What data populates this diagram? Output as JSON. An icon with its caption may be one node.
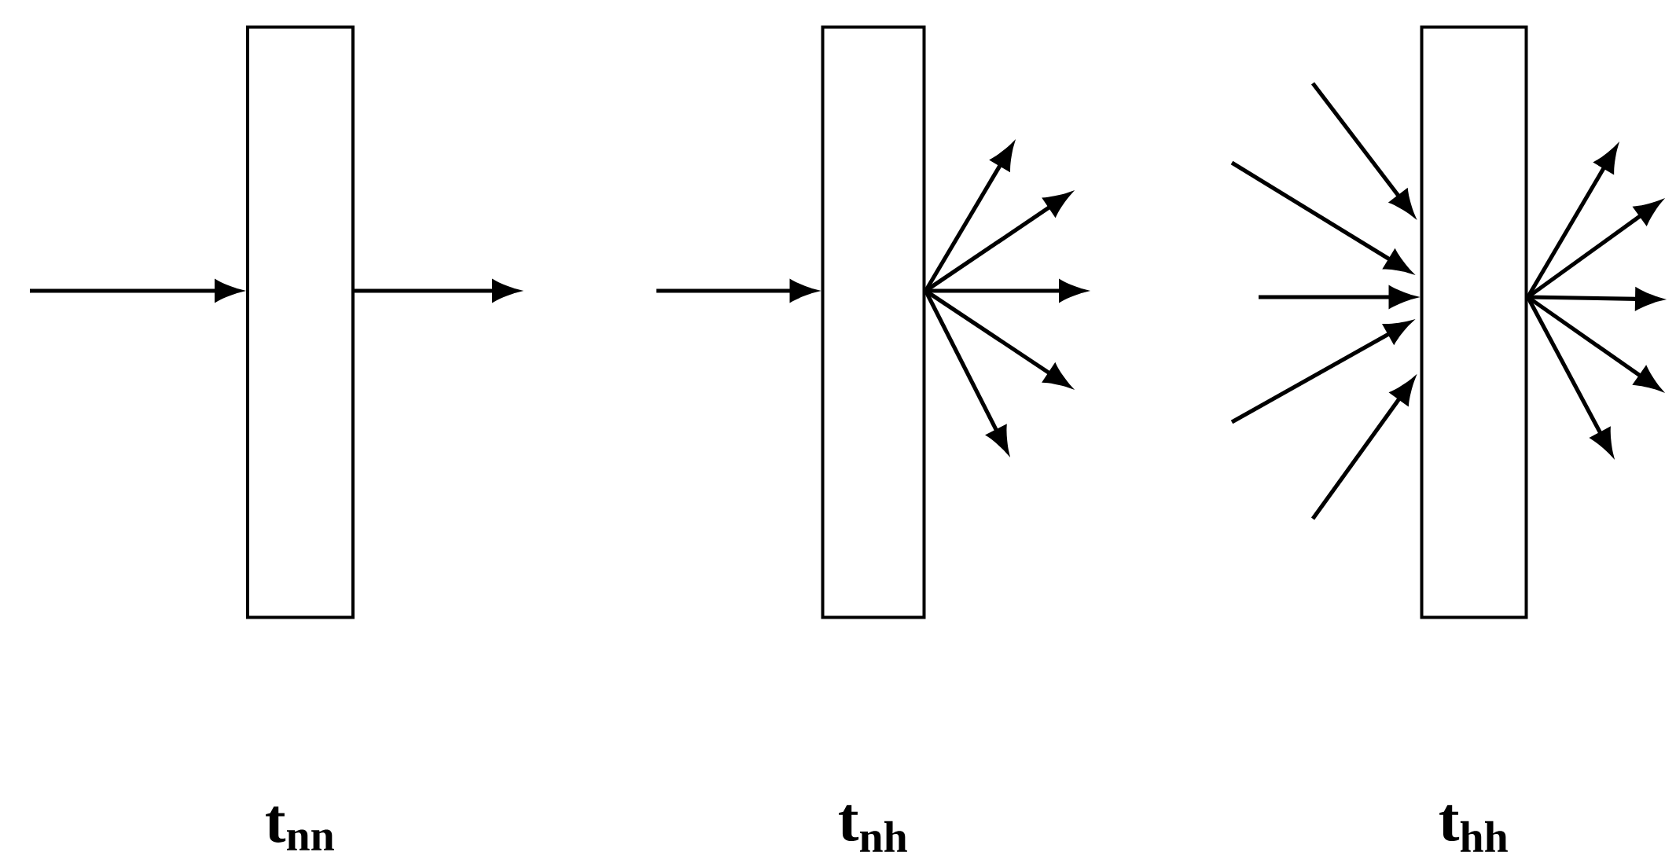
{
  "diagram": {
    "nodes": [
      {
        "text": [
          "t$_{nn}$"
        ]
      },
      {
        "text": [
          "t$_{nh}$"
        ]
      },
      {
        "text": [
          "t$_{hh}$"
        ]
      }
    ],
    "edges": [
      {
        "from": null,
        "to": 0,
        "arrow": "to"
      },
      {
        "from": 0,
        "to": null,
        "arrow": "to"
      },
      {
        "from": null,
        "to": 1,
        "arrow": "to"
      },
      {
        "from": 1,
        "to": null,
        "arrow": "to"
      },
      {
        "from": 1,
        "to": null,
        "arrow": "to"
      },
      {
        "from": 1,
        "to": null,
        "arrow": "to"
      },
      {
        "from": 1,
        "to": null,
        "arrow": "to"
      },
      {
        "from": 1,
        "to": null,
        "arrow": "to"
      },
      {
        "from": null,
        "to": 2,
        "arrow": "to"
      },
      {
        "from": null,
        "to": 2,
        "arrow": "to"
      },
      {
        "from": null,
        "to": 2,
        "arrow": "to"
      },
      {
        "from": null,
        "to": 2,
        "arrow": "to"
      },
      {
        "from": null,
        "to": 2,
        "arrow": "to"
      },
      {
        "from": 2,
        "to": null,
        "arrow": "to"
      },
      {
        "from": 2,
        "to": null,
        "arrow": "to"
      },
      {
        "from": 2,
        "to": null,
        "arrow": "to"
      },
      {
        "from": 2,
        "to": null,
        "arrow": "to"
      },
      {
        "from": 2,
        "to": null,
        "arrow": "to"
      }
    ]
  }
}
